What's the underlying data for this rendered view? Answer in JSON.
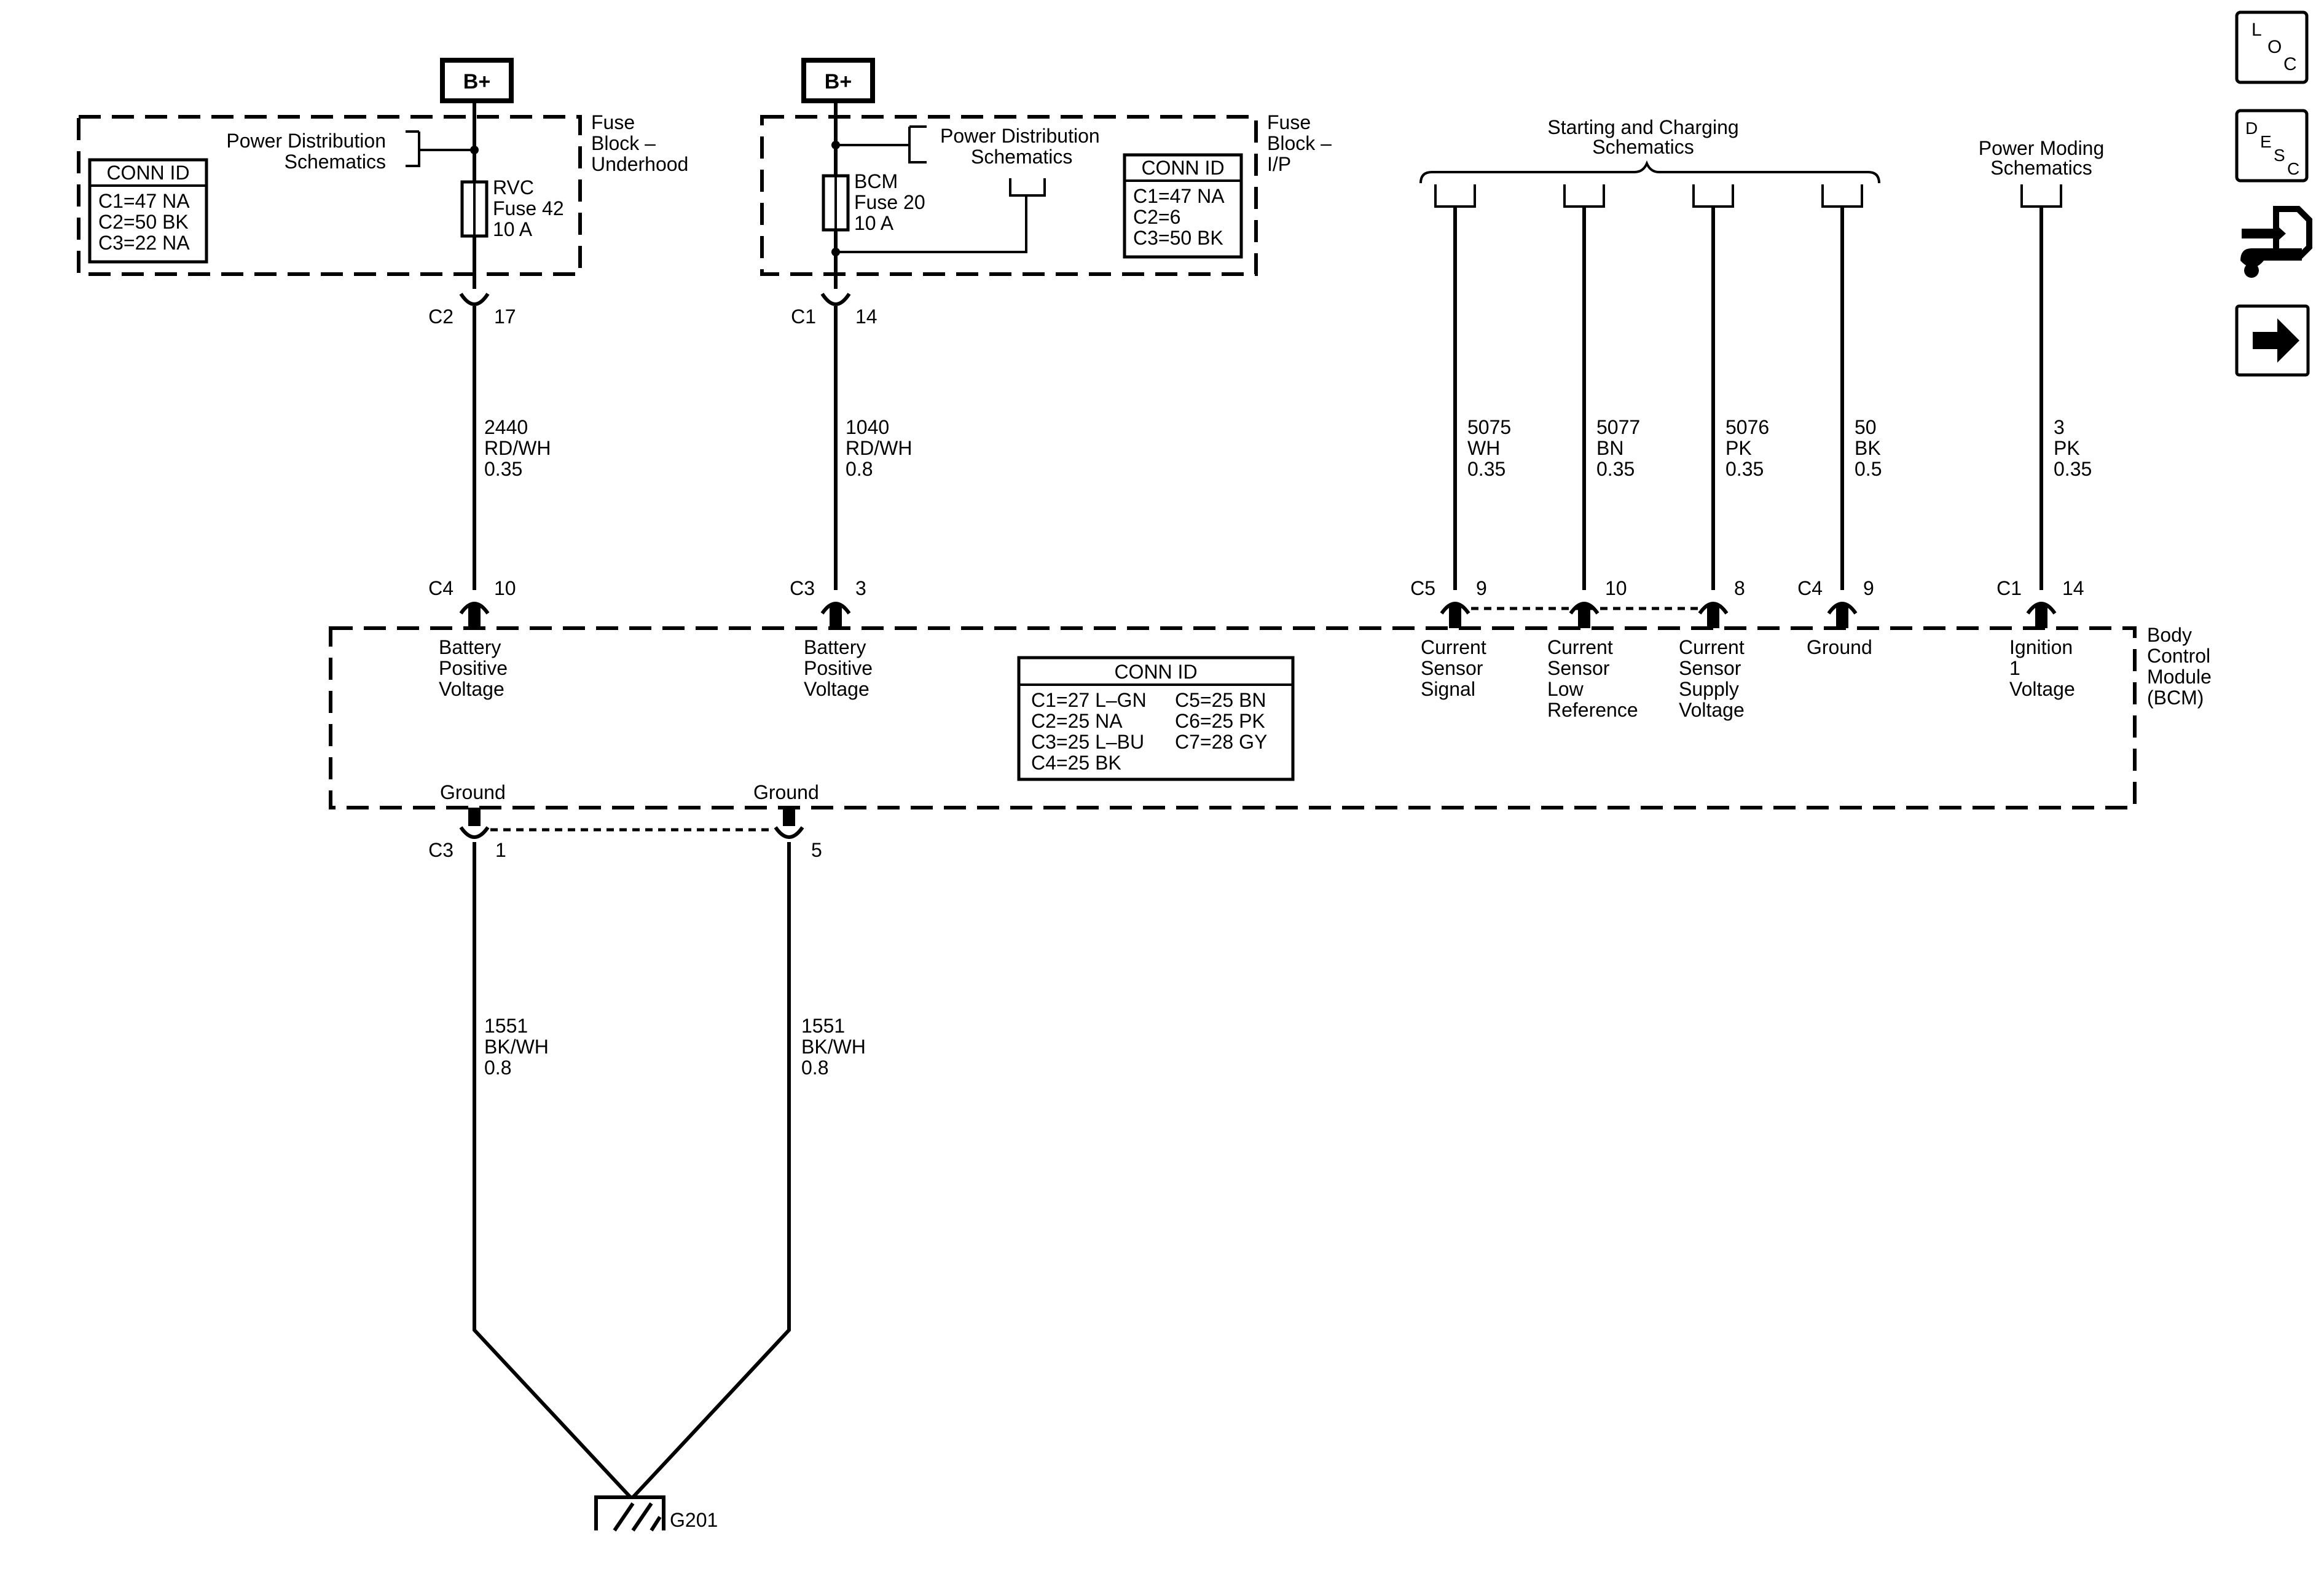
{
  "power": {
    "bplus_left": "B+",
    "bplus_right": "B+"
  },
  "fuse_block_underhood": {
    "title": [
      "Fuse",
      "Block –",
      "Underhood"
    ],
    "power_dist": [
      "Power Distribution",
      "Schematics"
    ],
    "conn_id": {
      "title": "CONN ID",
      "rows": [
        "C1=47 NA",
        "C2=50 BK",
        "C3=22 NA"
      ]
    },
    "fuse": [
      "RVC",
      "Fuse 42",
      "10 A"
    ],
    "connector": "C2",
    "pin": "17"
  },
  "fuse_block_ip": {
    "title": [
      "Fuse",
      "Block –",
      "I/P"
    ],
    "power_dist": [
      "Power Distribution",
      "Schematics"
    ],
    "conn_id": {
      "title": "CONN ID",
      "rows": [
        "C1=47 NA",
        "C2=6",
        "C3=50 BK"
      ]
    },
    "fuse": [
      "BCM",
      "Fuse 20",
      "10 A"
    ],
    "connector": "C1",
    "pin": "14"
  },
  "starting_charging": [
    "Starting and Charging",
    "Schematics"
  ],
  "power_moding": [
    "Power Moding",
    "Schematics"
  ],
  "wires": [
    [
      "2440",
      "RD/WH",
      "0.35"
    ],
    [
      "1040",
      "RD/WH",
      "0.8"
    ],
    [
      "5075",
      "WH",
      "0.35"
    ],
    [
      "5077",
      "BN",
      "0.35"
    ],
    [
      "5076",
      "PK",
      "0.35"
    ],
    [
      "50",
      "BK",
      "0.5"
    ],
    [
      "3",
      "PK",
      "0.35"
    ],
    [
      "1551",
      "BK/WH",
      "0.8"
    ],
    [
      "1551",
      "BK/WH",
      "0.8"
    ]
  ],
  "bcm": {
    "title": [
      "Body",
      "Control",
      "Module",
      "(BCM)"
    ],
    "conn_id_title": "CONN ID",
    "conn_id_left": [
      "C1=27 L–GN",
      "C2=25 NA",
      "C3=25 L–BU",
      "C4=25 BK"
    ],
    "conn_id_right": [
      "C5=25 BN",
      "C6=25 PK",
      "C7=28 GY"
    ],
    "top_connectors": [
      {
        "conn": "C4",
        "pin": "10",
        "label": [
          "Battery",
          "Positive",
          "Voltage"
        ]
      },
      {
        "conn": "C3",
        "pin": "3",
        "label": [
          "Battery",
          "Positive",
          "Voltage"
        ]
      },
      {
        "conn": "C5",
        "pin": "9",
        "label": [
          "Current",
          "Sensor",
          "Signal"
        ]
      },
      {
        "conn": "",
        "pin": "10",
        "label": [
          "Current",
          "Sensor",
          "Low",
          "Reference"
        ]
      },
      {
        "conn": "",
        "pin": "8",
        "label": [
          "Current",
          "Sensor",
          "Supply",
          "Voltage"
        ]
      },
      {
        "conn": "C4",
        "pin": "9",
        "label": [
          "Ground"
        ]
      },
      {
        "conn": "C1",
        "pin": "14",
        "label": [
          "Ignition",
          "1",
          "Voltage"
        ]
      }
    ],
    "bottom_connectors": [
      {
        "conn": "C3",
        "pin": "1",
        "label": "Ground"
      },
      {
        "conn": "",
        "pin": "5",
        "label": "Ground"
      }
    ]
  },
  "ground": {
    "label": "G201"
  },
  "nav": {
    "loc": [
      "L",
      "O",
      "C"
    ],
    "desc": [
      "D",
      "E",
      "S",
      "C"
    ],
    "connector_icon": "connector-end-view-icon",
    "next_icon": "arrow-right-icon"
  }
}
